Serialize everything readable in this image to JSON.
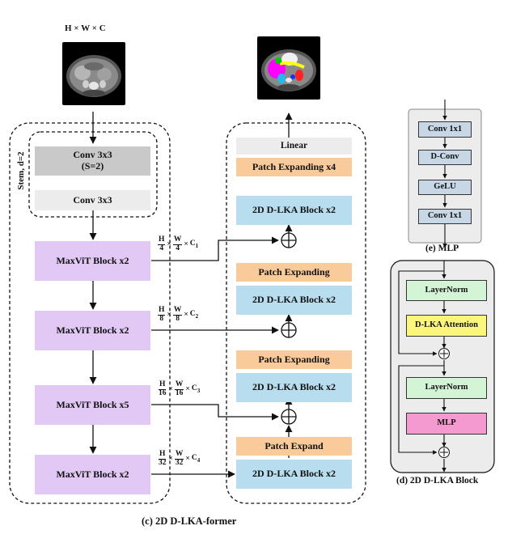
{
  "input_label": "H × W × C",
  "stem_label": "Stem, d=2",
  "encoder": {
    "conv1": "Conv 3x3",
    "conv1_sub": "(S=2)",
    "conv2": "Conv 3x3",
    "blocks": [
      "MaxViT Block x2",
      "MaxViT Block x2",
      "MaxViT Block x5",
      "MaxViT Block x2"
    ]
  },
  "skips": [
    {
      "h_num": "H",
      "h_den": "4",
      "w_num": "W",
      "w_den": "4",
      "c": "C",
      "c_sub": "1"
    },
    {
      "h_num": "H",
      "h_den": "8",
      "w_num": "W",
      "w_den": "8",
      "c": "C",
      "c_sub": "2"
    },
    {
      "h_num": "H",
      "h_den": "16",
      "w_num": "W",
      "w_den": "16",
      "c": "C",
      "c_sub": "3"
    },
    {
      "h_num": "H",
      "h_den": "32",
      "w_num": "W",
      "w_den": "32",
      "c": "C",
      "c_sub": "4"
    }
  ],
  "decoder": {
    "linear": "Linear",
    "patch_expanding_x4": "Patch Expanding x4",
    "lka_blocks": [
      "2D D-LKA Block x2",
      "2D D-LKA Block x2",
      "2D D-LKA Block x2",
      "2D D-LKA Block x2"
    ],
    "patch_expanding": [
      "Patch Expanding",
      "Patch Expanding"
    ],
    "patch_expand": "Patch Expand"
  },
  "caption_c": "(c) 2D D-LKA-former",
  "mlp_panel": {
    "items": [
      "Conv 1x1",
      "D-Conv",
      "GeLU",
      "Conv 1x1"
    ],
    "caption": "(e) MLP"
  },
  "dlka_panel": {
    "layernorm1": "LayerNorm",
    "attention": "D-LKA Attention",
    "layernorm2": "LayerNorm",
    "mlp": "MLP",
    "caption": "(d) 2D D-LKA Block"
  },
  "colors": {
    "conv": "#c9c9c9",
    "maxvit": "#e2c8f5",
    "lka": "#b8ddef",
    "patch_expanding": "#f9ca9a",
    "layernorm": "#d4f4d6",
    "attention": "#fbf77a",
    "mlp": "#f59ad0",
    "mlp_panel_box": "#c7d7e6"
  }
}
